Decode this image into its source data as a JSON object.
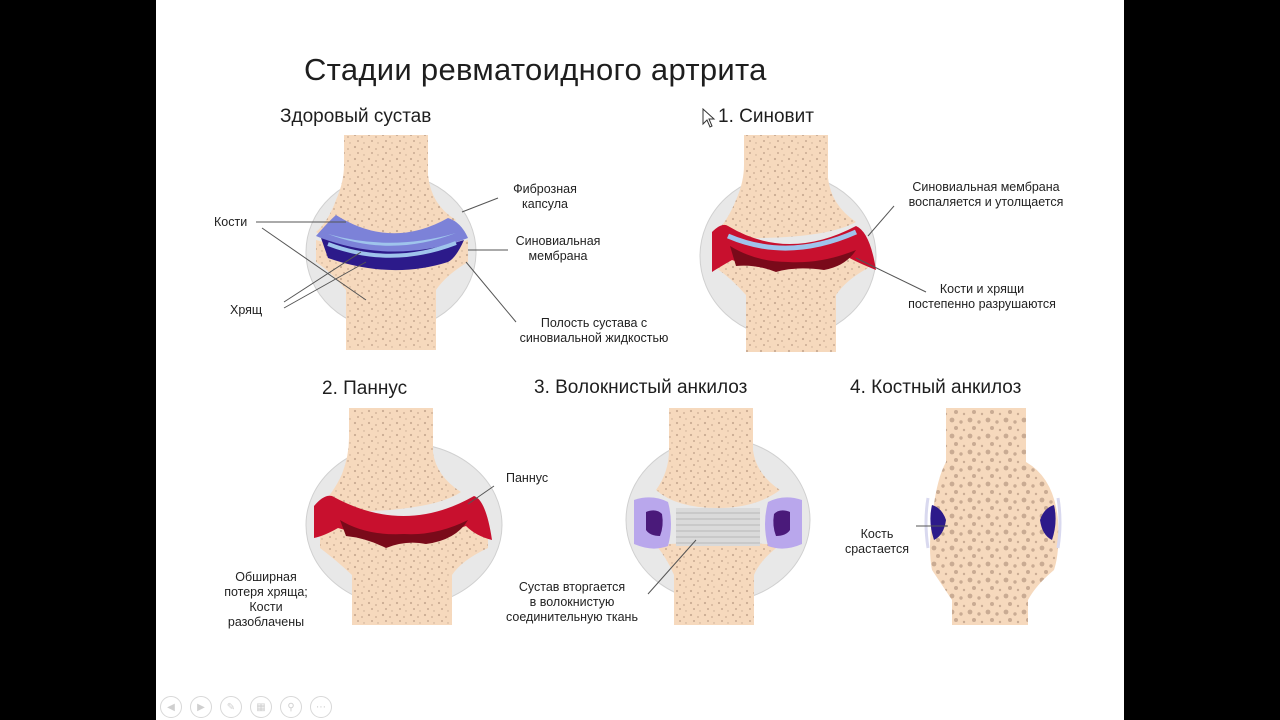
{
  "slide": {
    "title": "Стадии ревматоидного артрита",
    "panels": {
      "healthy": {
        "title": "Здоровый сустав",
        "labels": {
          "bones": "Кости",
          "cartilage": "Хрящ",
          "capsule_1": "Фиброзная",
          "capsule_2": "капсула",
          "synovial_1": "Синовиальная",
          "synovial_2": "мембрана",
          "cavity_1": "Полость сустава с",
          "cavity_2": "синовиальной жидкостью"
        }
      },
      "synovitis": {
        "title": "1. Синовит",
        "labels": {
          "membrane_1": "Синовиальная мембрана",
          "membrane_2": "воспаляется и утолщается",
          "destroy_1": "Кости и хрящи",
          "destroy_2": "постепенно разрушаются"
        }
      },
      "pannus": {
        "title": "2. Паннус",
        "labels": {
          "pannus": "Паннус",
          "loss_1": "Обширная",
          "loss_2": "потеря хряща;",
          "loss_3": "Кости",
          "loss_4": "разоблачены"
        }
      },
      "fibrous": {
        "title": "3. Волокнистый анкилоз",
        "labels": {
          "invade_1": "Сустав вторгается",
          "invade_2": "в волокнистую",
          "invade_3": "соединительную ткань"
        }
      },
      "bony": {
        "title": "4. Костный анкилоз",
        "labels": {
          "fuse_1": "Кость",
          "fuse_2": "срастается"
        }
      }
    }
  },
  "colors": {
    "bone": "#f6d9bd",
    "capsule": "#e7e7e7",
    "synovial": "#7c82d8",
    "fluid": "#2c1a8a",
    "cartilage": "#9fc4ec",
    "inflamed": "#c8102e",
    "damage": "#7a0a1a"
  },
  "toolbar": {
    "icons": [
      "prev-icon",
      "next-icon",
      "pen-icon",
      "slides-icon",
      "zoom-icon",
      "more-icon"
    ]
  }
}
